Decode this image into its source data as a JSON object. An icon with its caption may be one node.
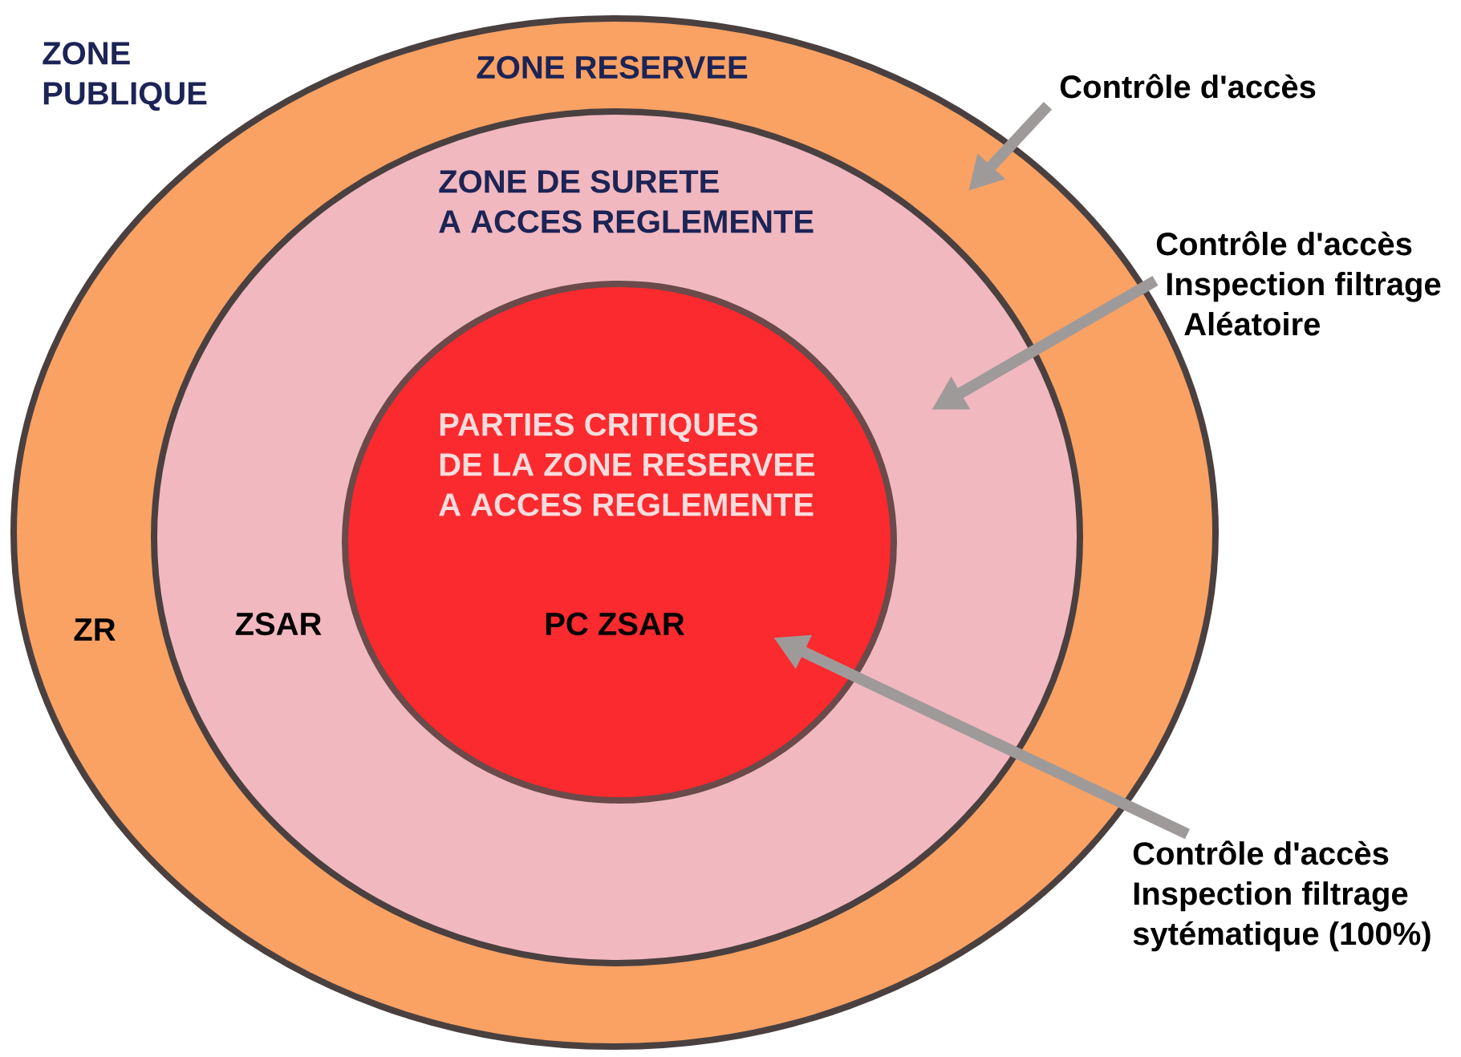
{
  "diagram": {
    "nodes": [
      {
        "text": [
          "ZONE RESERVEE",
          "ZR"
        ]
      },
      {
        "text": [
          "ZONE DE SURETE A ACCES REGLEMENTE",
          "ZSAR"
        ],
        "in": 0
      },
      {
        "text": [
          "PARTIES CRITIQUES DE LA ZONE RESERVEE A ACCES REGLEMENTE",
          "PC ZSAR"
        ],
        "in": 1
      },
      {
        "text": [
          "Contrôle d'accès"
        ]
      },
      {
        "text": [
          "Contrôle d'accès Inspection filtrage Aléatoire"
        ]
      },
      {
        "text": [
          "Contrôle d'accès Inspection filtrage sytématique (100%)"
        ]
      }
    ],
    "edges": [
      {
        "from": 3,
        "to": 0,
        "arrow": "to"
      },
      {
        "from": 4,
        "to": 1,
        "arrow": "to"
      },
      {
        "from": 5,
        "to": 2,
        "arrow": "to"
      }
    ],
    "labels": [
      "ZONE PUBLIQUE"
    ]
  }
}
